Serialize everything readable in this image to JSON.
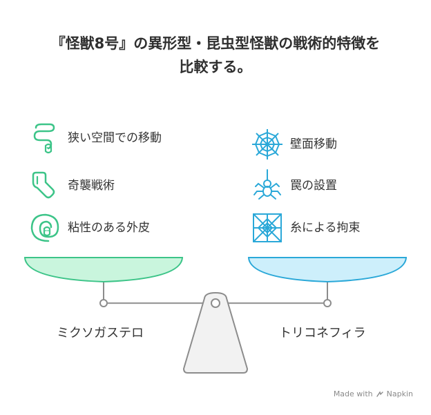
{
  "title": {
    "line1": "『怪獣8号』の異形型・昆虫型怪獣の戦術的特徴を",
    "line2": "比較する。"
  },
  "left": {
    "name": "ミクソガステロ",
    "color": "#3cc488",
    "fill": "#c9f5dd",
    "items": [
      {
        "label": "狭い空間での移動",
        "icon": "snake-icon"
      },
      {
        "label": "奇襲戦術",
        "icon": "hook-icon"
      },
      {
        "label": "粘性のある外皮",
        "icon": "coiled-snake-icon"
      }
    ]
  },
  "right": {
    "name": "トリコネフィラ",
    "color": "#2aa8d8",
    "fill": "#cdeffb",
    "items": [
      {
        "label": "壁面移動",
        "icon": "spider-web-icon"
      },
      {
        "label": "罠の設置",
        "icon": "spider-icon"
      },
      {
        "label": "糸による拘束",
        "icon": "web-icon"
      }
    ]
  },
  "footer": {
    "text": "Made with",
    "brand": "Napkin"
  }
}
